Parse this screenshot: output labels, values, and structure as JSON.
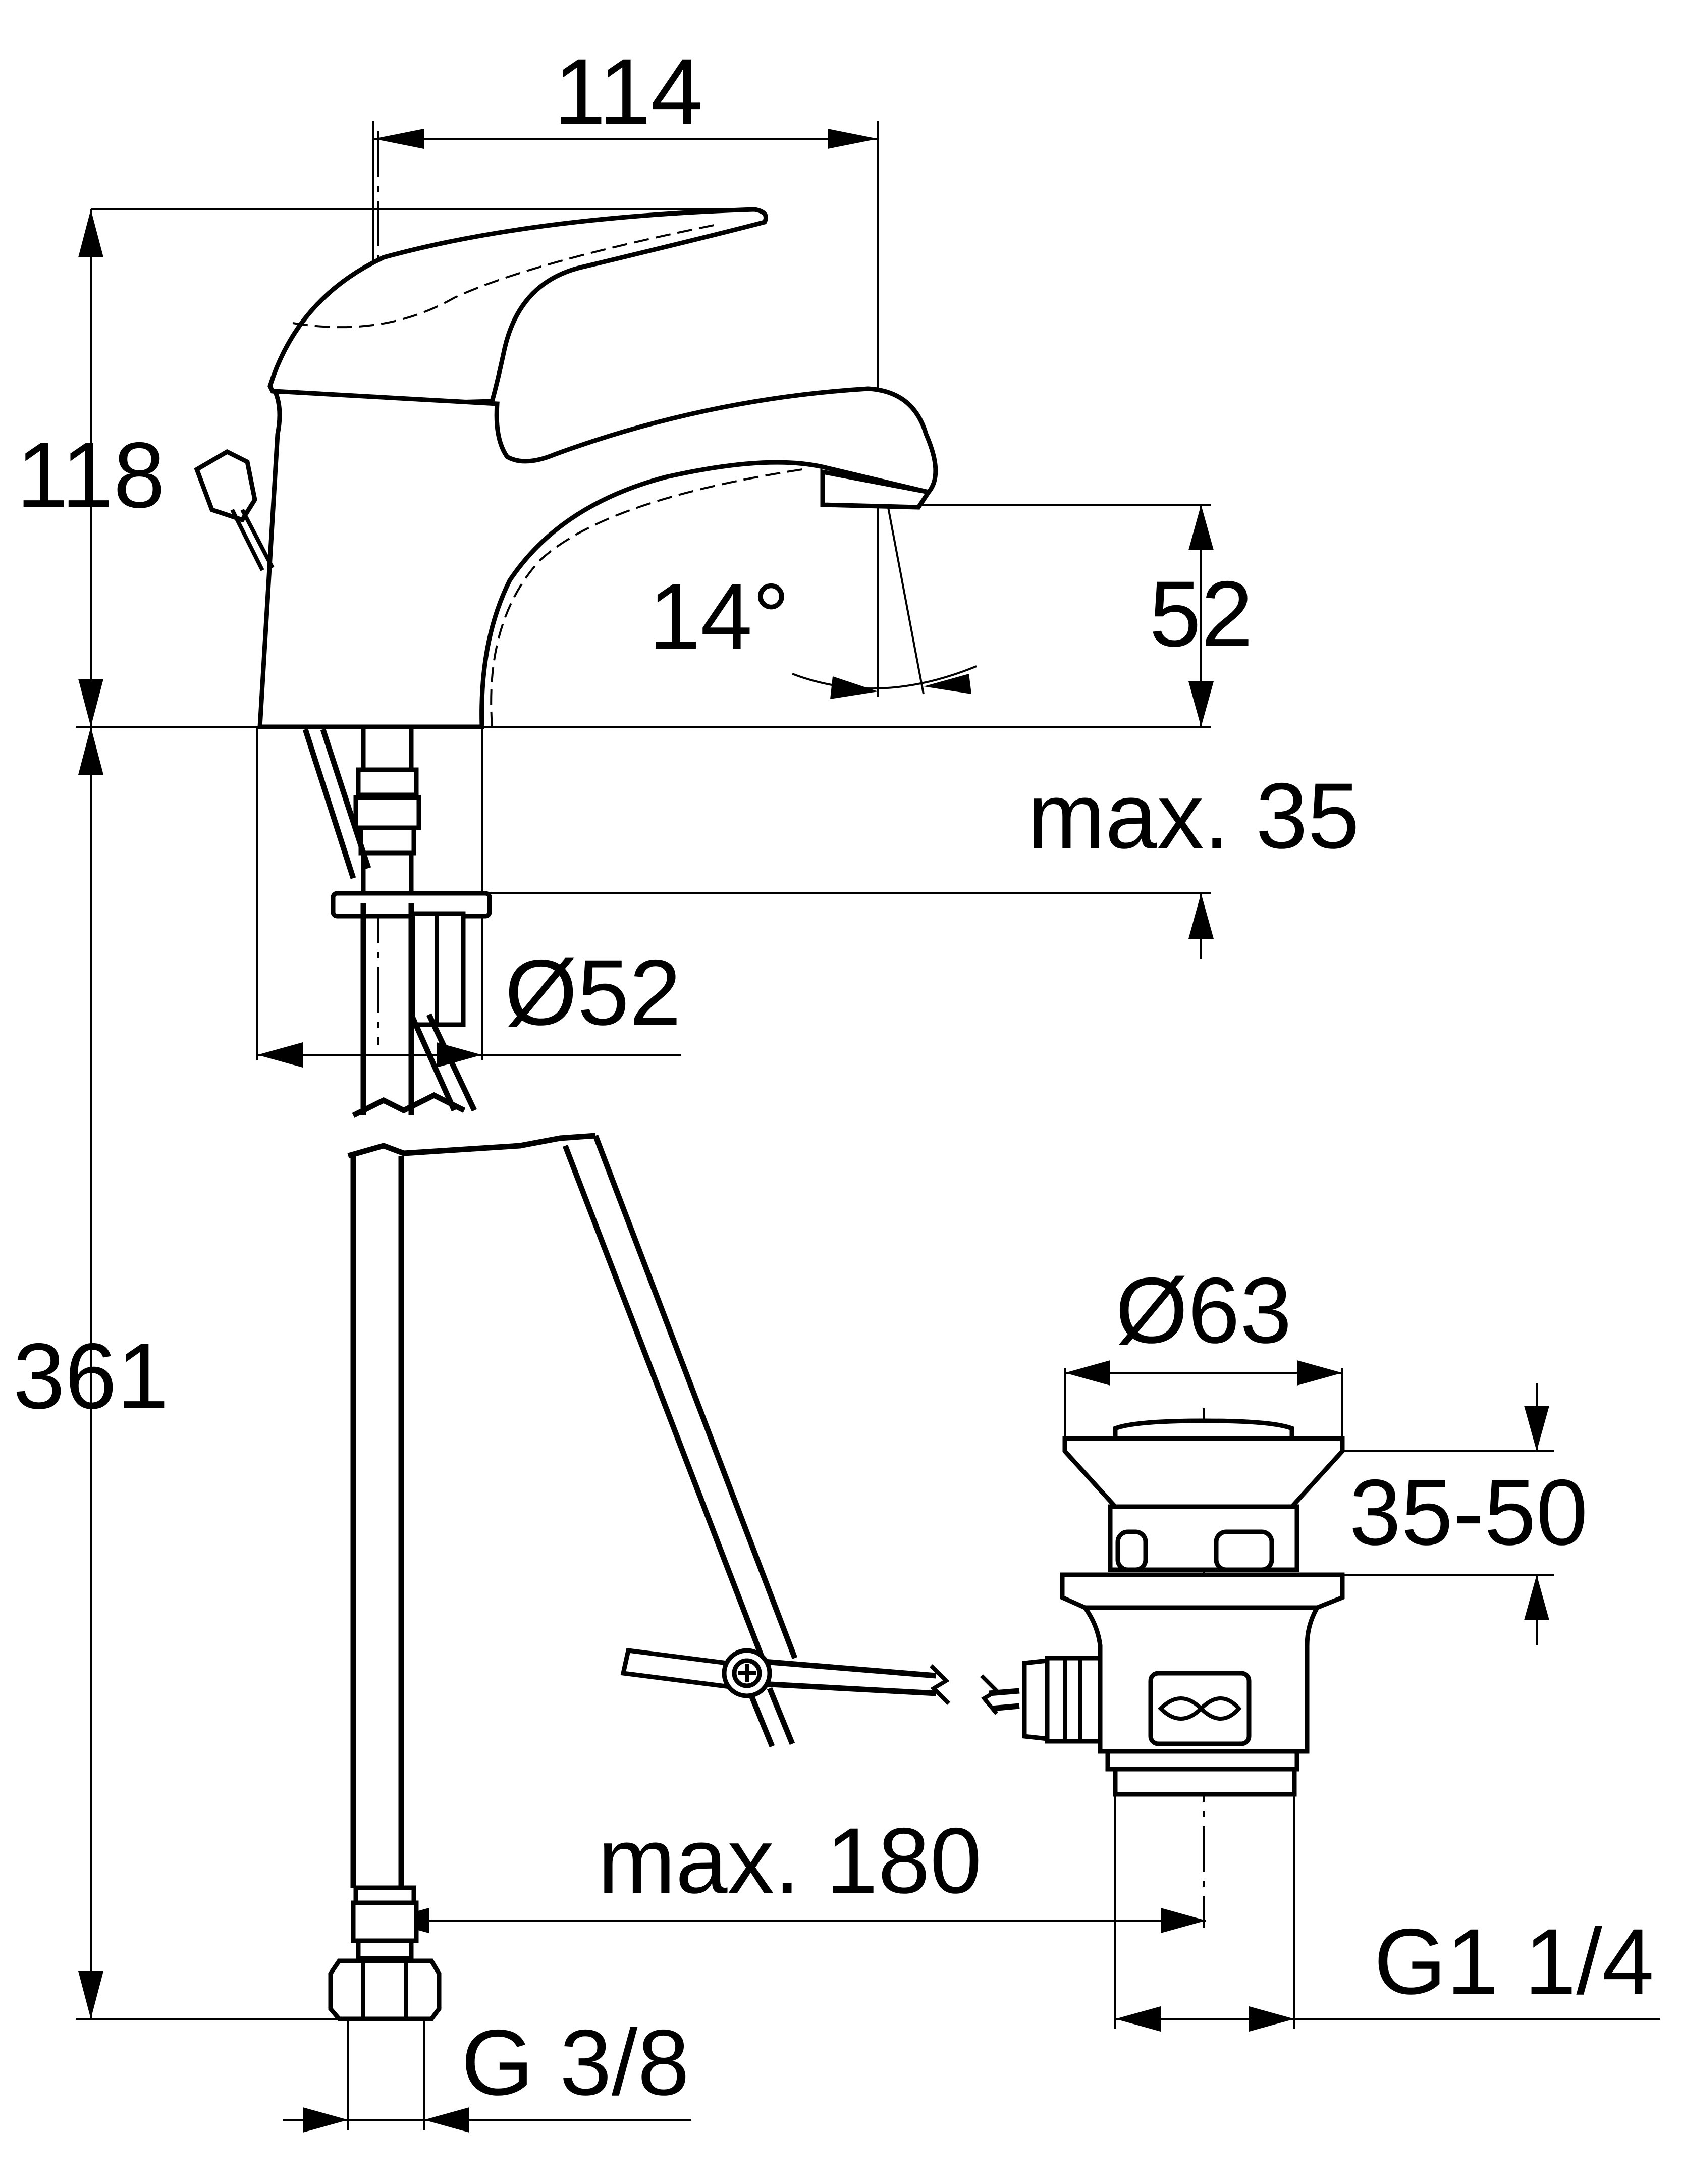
{
  "dimensions": {
    "spout_reach": "114",
    "total_height": "118",
    "spout_height": "52",
    "spout_angle": "14°",
    "deck_thickness": "max. 35",
    "base_diameter": "Ø52",
    "hose_length": "361",
    "popup_diameter": "Ø63",
    "basin_thickness": "35-50",
    "rod_reach": "max. 180",
    "supply_thread": "G 3/8",
    "waste_thread": "G1 1/4"
  }
}
